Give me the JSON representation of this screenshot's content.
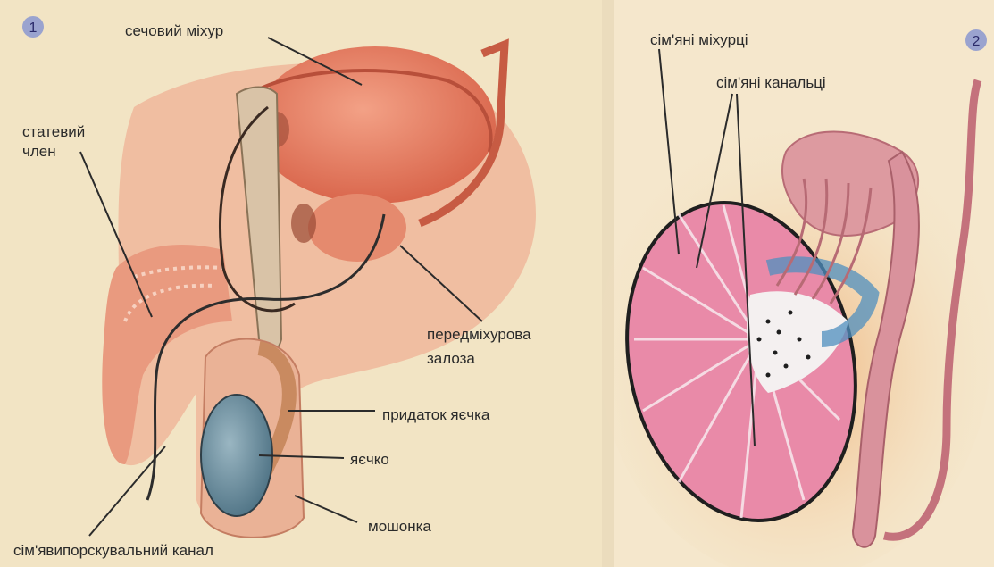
{
  "panel1": {
    "number": "1",
    "labels": {
      "bladder": "сечовий міхур",
      "penis_line1": "статевий",
      "penis_line2": "член",
      "prostate_line1": "передміхурова",
      "prostate_line2": "залоза",
      "epididymis": "придаток яєчка",
      "testis": "яєчко",
      "scrotum": "мошонка",
      "ejaculatory_duct": "сім'явипорскувальний канал"
    }
  },
  "panel2": {
    "number": "2",
    "labels": {
      "vesicles": "сім'яні міхурці",
      "tubules": "сім'яні канальці"
    }
  },
  "colors": {
    "background": "#f3e6c8",
    "bladder": "#e07a5f",
    "tissue": "#eeab8e",
    "testis_blue": "#6f93a4",
    "lobule_pink": "#e98aa8",
    "badge": "#9aa3cf"
  }
}
